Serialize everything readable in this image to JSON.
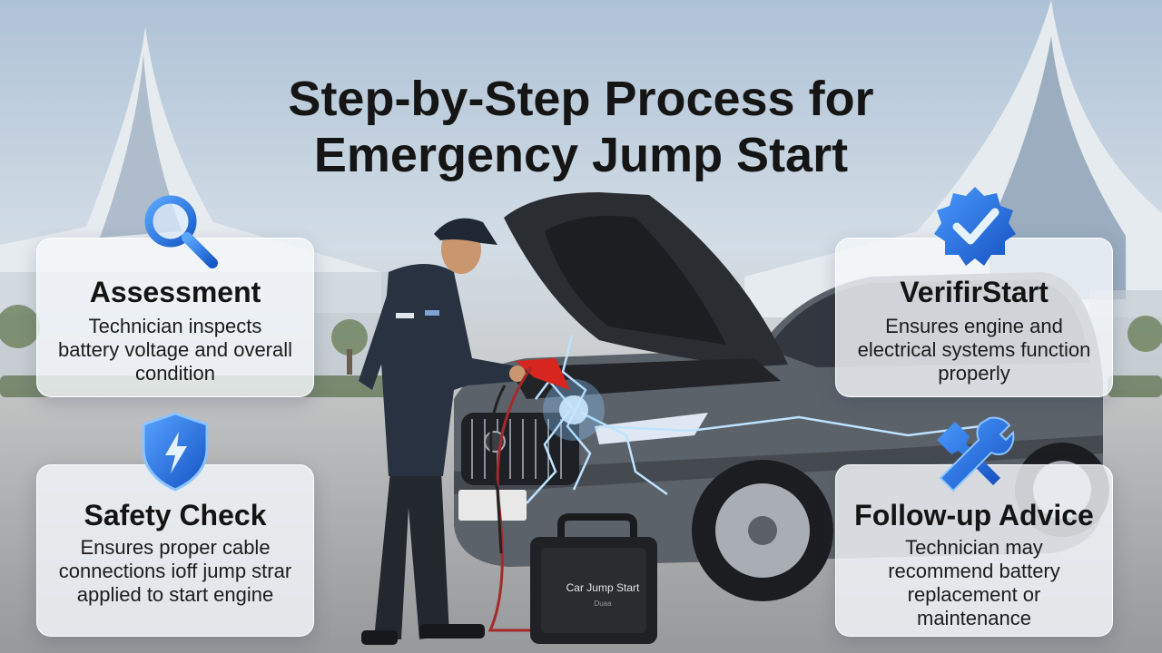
{
  "title_line1": "Step-by-Step Process for",
  "title_line2": "Emergency Jump Start",
  "steps": [
    {
      "heading": "Assessment",
      "text": "Technician inspects battery voltage and overall condition",
      "icon": "magnifying-glass-icon"
    },
    {
      "heading": "Safety Check",
      "text": "Ensures proper cable connections ioff jump strar applied to start engine",
      "icon": "shield-lightning-icon"
    },
    {
      "heading": "VerifirStart",
      "text": "Ensures engine and electrical systems function properly",
      "icon": "verified-badge-icon"
    },
    {
      "heading": "Follow-up Advice",
      "text": "Technician may recommend battery replacement or maintenance",
      "icon": "wrench-screwdriver-icon"
    }
  ],
  "device_label": "Car Jump Start",
  "device_sublabel": "Duaa",
  "colors": {
    "accent": "#1f6fe0",
    "icon_light": "#4a9bff",
    "card_bg": "#f3f6fa",
    "text": "#141414",
    "car": "#5a6068"
  }
}
